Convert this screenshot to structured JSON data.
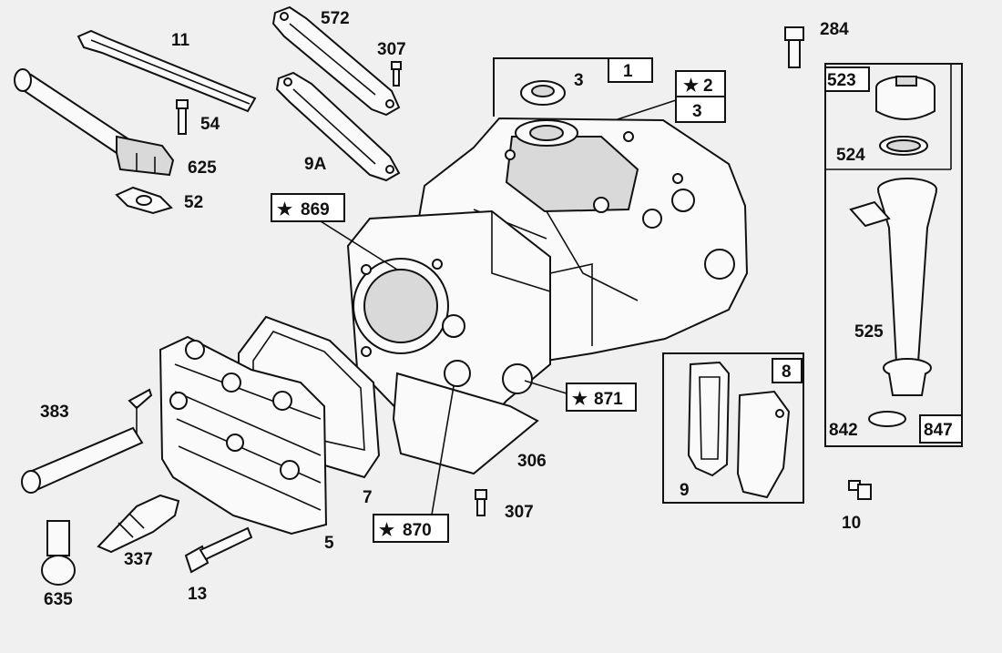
{
  "diagram": {
    "callouts": {
      "c11": "11",
      "c54": "54",
      "c625": "625",
      "c52": "52",
      "c572": "572",
      "c307a": "307",
      "c9a": "9A",
      "c3a": "3",
      "c1": "1",
      "c2": "2",
      "c3b": "3",
      "c284": "284",
      "c523": "523",
      "c524": "524",
      "c525": "525",
      "c842": "842",
      "c847": "847",
      "c869": "869",
      "c871": "871",
      "c870": "870",
      "c306": "306",
      "c307b": "307",
      "c8": "8",
      "c9": "9",
      "c10": "10",
      "c383": "383",
      "c337": "337",
      "c635": "635",
      "c13": "13",
      "c5": "5",
      "c7": "7"
    },
    "star_symbol": "★"
  },
  "colors": {
    "ink": "#111111",
    "paper": "#f0f0f0"
  }
}
